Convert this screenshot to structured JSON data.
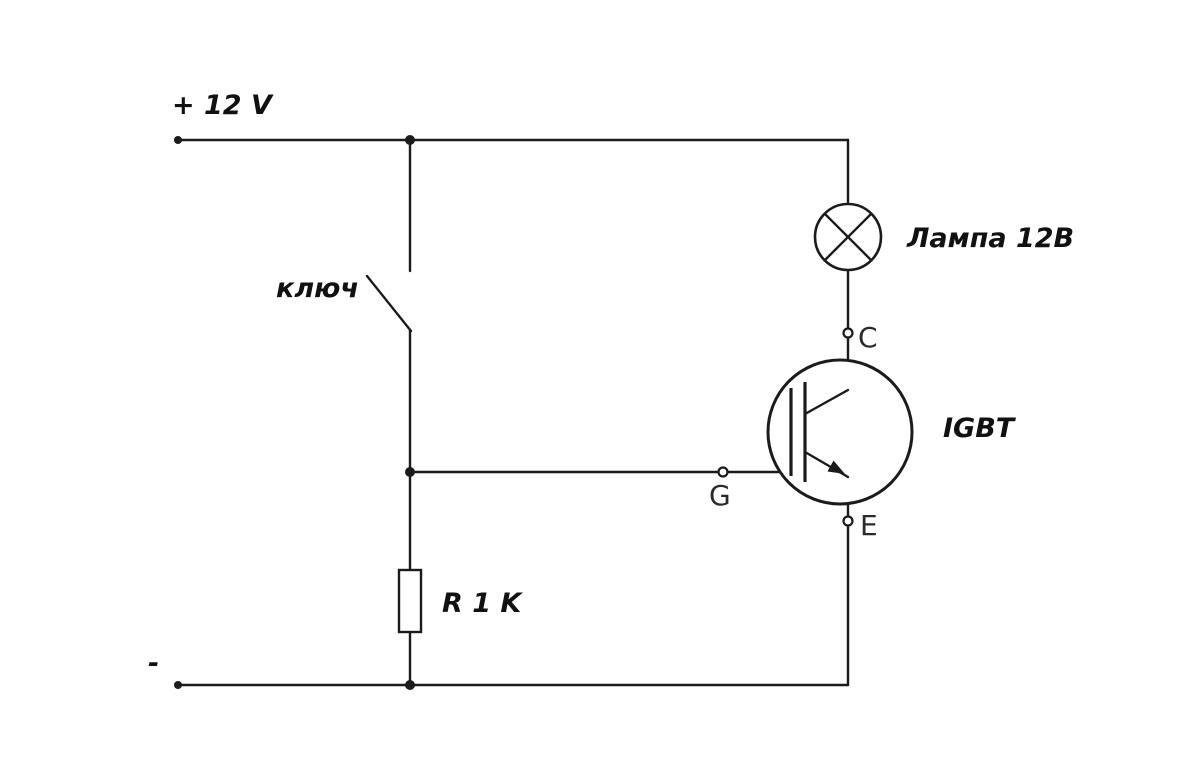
{
  "diagram": {
    "kind": "circuit-schematic",
    "labels": {
      "supply_positive": "+ 12 V",
      "supply_negative": "-",
      "switch": "ключ",
      "lamp": "Лампа 12В",
      "transistor": "IGBT",
      "resistor": "R 1 K",
      "pin_collector": "C",
      "pin_gate": "G",
      "pin_emitter": "E"
    },
    "components": [
      {
        "name": "switch",
        "label": "ключ",
        "state": "open"
      },
      {
        "name": "lamp",
        "label": "Лампа 12В"
      },
      {
        "name": "igbt-transistor",
        "label": "IGBT",
        "pins": [
          "C",
          "G",
          "E"
        ]
      },
      {
        "name": "resistor",
        "label": "R 1 K"
      }
    ],
    "colors": {
      "wire": "#1b1b1b",
      "background": "#ffffff"
    }
  }
}
